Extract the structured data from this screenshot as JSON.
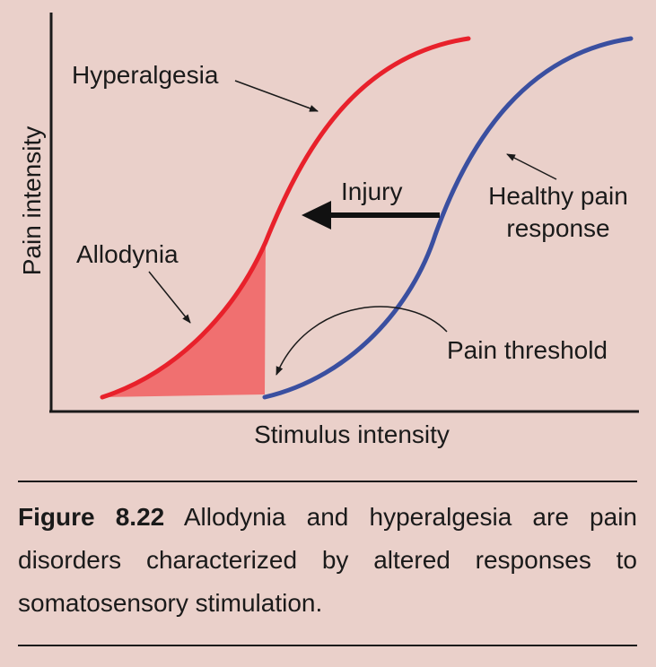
{
  "diagram": {
    "labels": {
      "hyperalgesia": "Hyperalgesia",
      "allodynia": "Allodynia",
      "injury": "Injury",
      "healthy_line1": "Healthy pain",
      "healthy_line2": "response",
      "pain_threshold": "Pain threshold",
      "y_axis": "Pain intensity",
      "x_axis": "Stimulus intensity"
    },
    "colors": {
      "sensitized_curve": "#e8212b",
      "healthy_curve": "#3a4fa0",
      "allodynia_fill": "#f07070",
      "arrows": "#1a1a1a",
      "background": "#ead0ca"
    }
  },
  "caption": {
    "label": "Figure 8.22",
    "text": " Allodynia and hyperalgesia are pain disorders characterized by altered responses to somatosensory stimulation."
  }
}
